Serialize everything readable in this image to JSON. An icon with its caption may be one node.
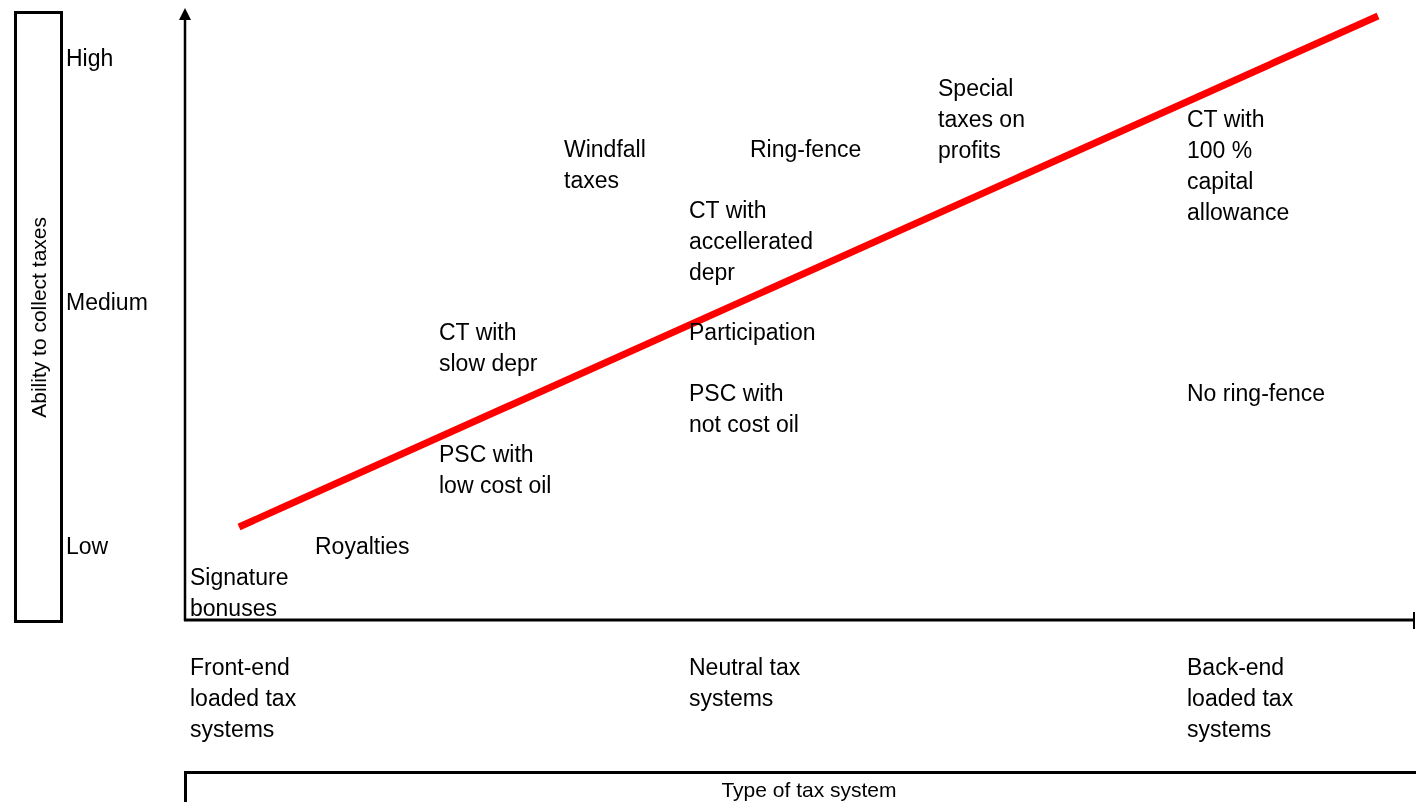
{
  "diagram": {
    "nodes": [
      {
        "text": [
          "Ability to collect taxes"
        ]
      },
      {
        "text": [
          "Type of tax system"
        ]
      }
    ],
    "labels": [
      "High",
      "Special taxes on profits",
      "Windfall taxes",
      "Ring-fence",
      "CT with 100 % capital allowance",
      "CT with accellerated depr",
      "Medium",
      "CT with slow depr",
      "Participation",
      "PSC with not cost oil",
      "No ring-fence",
      "PSC with low cost oil",
      "Low",
      "Royalties",
      "Signature bonuses",
      "Front-end loaded tax systems",
      "Neutral tax systems",
      "Back-end loaded tax systems"
    ]
  }
}
